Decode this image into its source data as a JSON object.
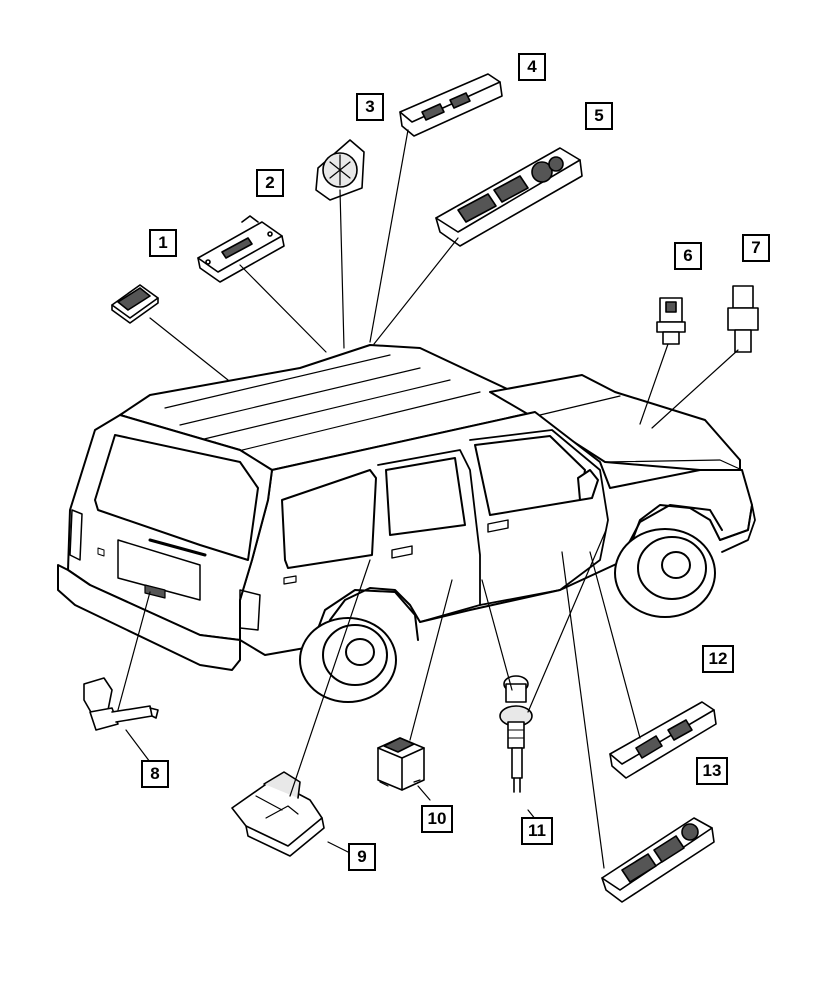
{
  "callouts": [
    "1",
    "2",
    "3",
    "4",
    "5",
    "6",
    "7",
    "8",
    "9",
    "10",
    "11",
    "12",
    "13"
  ],
  "colors": {
    "line": "#000000",
    "fill": "#ffffff",
    "part": "#e8e8e8",
    "dark": "#555555"
  }
}
